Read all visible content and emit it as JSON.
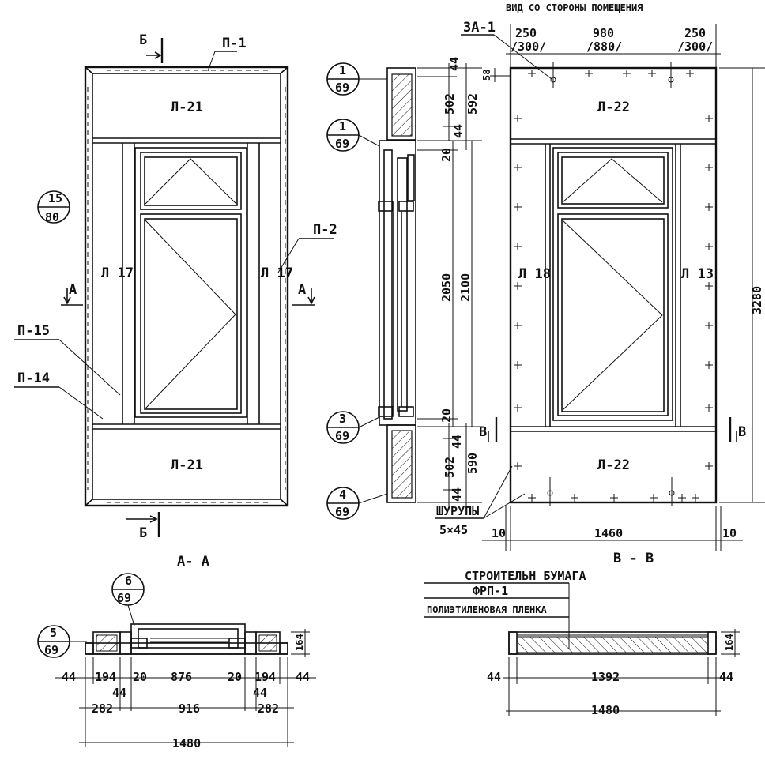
{
  "view_title": "ВИД СО СТОРОНЫ ПОМЕЩЕНИЯ",
  "section_aa_title": "А- А",
  "section_bb_title": "В - В",
  "front": {
    "top_cut": "Б",
    "bottom_cut": "Б",
    "cut_a_left": "А",
    "cut_a_right": "А",
    "panel_top": "П-1",
    "panel_side": "П-2",
    "panel_15": "П-15",
    "panel_14": "П-14",
    "board_top": "Л-21",
    "board_bottom": "Л-21",
    "left_jamb": "Л 17",
    "right_jamb": "Л 17",
    "ref": {
      "num": "15",
      "den": "80"
    }
  },
  "side": {
    "refs": [
      {
        "num": "1",
        "den": "69"
      },
      {
        "num": "1",
        "den": "69"
      },
      {
        "num": "3",
        "den": "69"
      },
      {
        "num": "4",
        "den": "69"
      }
    ],
    "dims": {
      "d44a": "44",
      "d502a": "502",
      "d592": "592",
      "d44b": "44",
      "d20a": "20",
      "d2050": "2050",
      "d2100": "2100",
      "d20b": "20",
      "d44c": "44",
      "d502b": "502",
      "d590": "590",
      "d44d": "44"
    }
  },
  "rear": {
    "za": "ЗА-1",
    "top_dims": {
      "d250l": "250",
      "d300l": "/300/",
      "d980": "980",
      "d880": "/880/",
      "d250r": "250",
      "d300r": "/300/"
    },
    "d58": "58",
    "board_top": "Л-22",
    "board_bottom": "Л-22",
    "left_jamb": "Л 18",
    "right_jamb": "Л 13",
    "height": "3280",
    "cut_b_left": "В",
    "cut_b_right": "В",
    "screws_label": "ШУРУПЫ",
    "screws_size": "5×45",
    "w_left": "10",
    "w_mid": "1460",
    "w_right": "10"
  },
  "aa": {
    "ref6": {
      "num": "6",
      "den": "69"
    },
    "ref5": {
      "num": "5",
      "den": "69"
    },
    "d164": "164",
    "row1": {
      "a": "44",
      "b": "194",
      "c": "20",
      "d": "876",
      "e": "20",
      "f": "194",
      "g": "44"
    },
    "row1b": {
      "a": "44",
      "b": "44"
    },
    "row2": {
      "a": "282",
      "b": "916",
      "c": "282"
    },
    "total": "1480"
  },
  "bb": {
    "mat1": "СТРОИТЕЛЬН БУМАГА",
    "mat2": "ФРП-1",
    "mat3": "ПОЛИЭТИЛЕНОВАЯ ПЛЕНКА",
    "d164": "164",
    "l44": "44",
    "mid": "1392",
    "r44": "44",
    "total": "1480"
  }
}
